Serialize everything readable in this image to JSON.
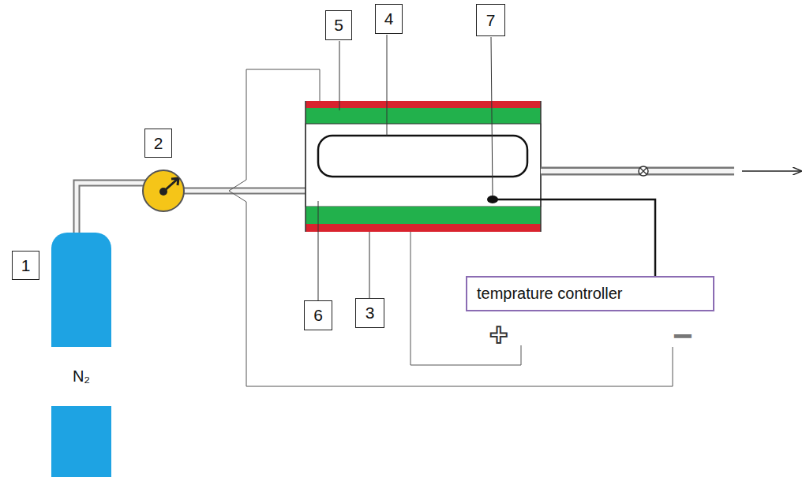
{
  "diagram": {
    "nodes": [
      {
        "text": [
          "N₂"
        ]
      },
      {
        "text": [
          "temprature controller"
        ]
      }
    ],
    "labels": [
      "1",
      "2",
      "3",
      "4",
      "5",
      "6",
      "7",
      "+",
      "−"
    ]
  }
}
